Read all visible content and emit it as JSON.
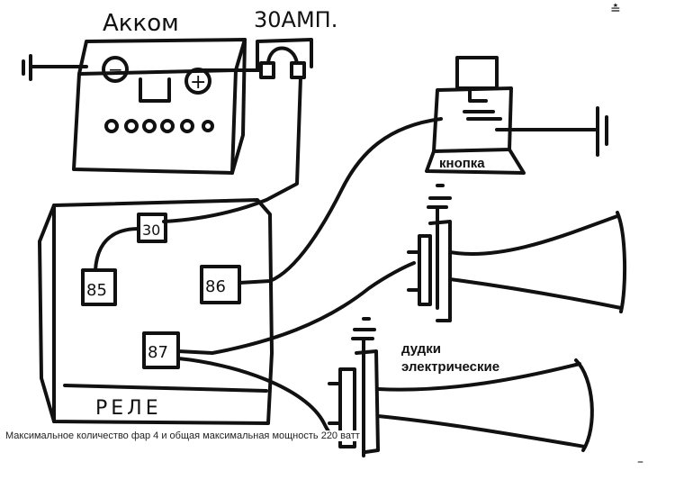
{
  "labels": {
    "battery": "Аккoм",
    "fuse": "30АМП.",
    "button": "кнопка",
    "horns_line1": "дудки",
    "horns_line2": "электрические",
    "relay": "РЕЛЕ",
    "pin30": "30",
    "pin85": "85",
    "pin86": "86",
    "pin87": "87",
    "minus": "−",
    "plus": "+"
  },
  "caption": "Максимальное количество фар 4 и общая максимальная мощность 220 ватт",
  "colors": {
    "ink": "#111111",
    "background": "#ffffff"
  }
}
